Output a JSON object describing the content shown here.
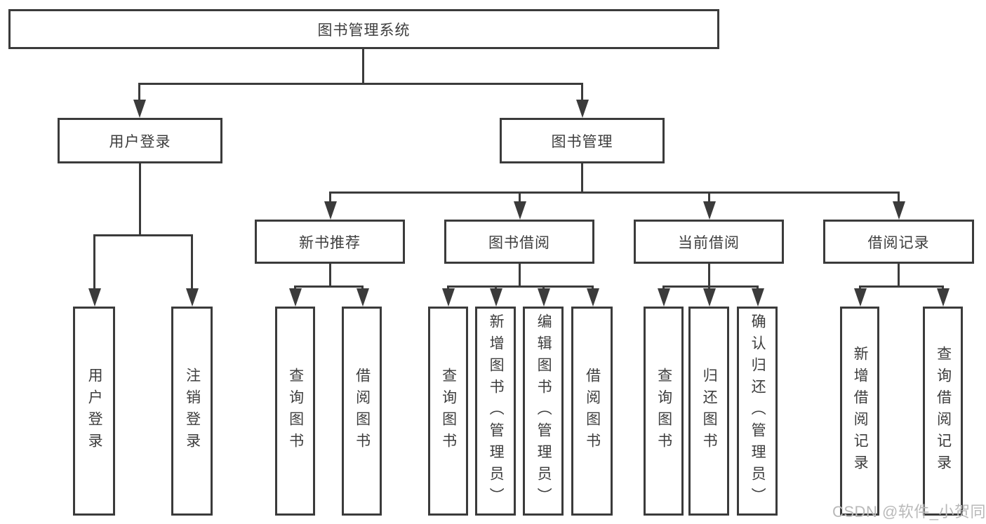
{
  "diagram_type": "function-structure-tree",
  "tree": {
    "label": "图书管理系统",
    "children": [
      {
        "label": "用户登录",
        "children": [
          {
            "label": "用户登录"
          },
          {
            "label": "注销登录"
          }
        ]
      },
      {
        "label": "图书管理",
        "children": [
          {
            "label": "新书推荐",
            "children": [
              {
                "label": "查询图书"
              },
              {
                "label": "借阅图书"
              }
            ]
          },
          {
            "label": "图书借阅",
            "children": [
              {
                "label": "查询图书"
              },
              {
                "label": "新增图书（管理员）"
              },
              {
                "label": "编辑图书（管理员）"
              },
              {
                "label": "借阅图书"
              }
            ]
          },
          {
            "label": "当前借阅",
            "children": [
              {
                "label": "查询图书"
              },
              {
                "label": "归还图书"
              },
              {
                "label": "确认归还（管理员）"
              }
            ]
          },
          {
            "label": "借阅记录",
            "children": [
              {
                "label": "新增借阅记录"
              },
              {
                "label": "查询借阅记录"
              }
            ]
          }
        ]
      }
    ]
  },
  "watermark": "CSDN @软件_小贺同学",
  "colors": {
    "line": "#3b3b3b",
    "text": "#3d3d3d",
    "watermark": "#b9b9b9",
    "bg": "#ffffff"
  }
}
